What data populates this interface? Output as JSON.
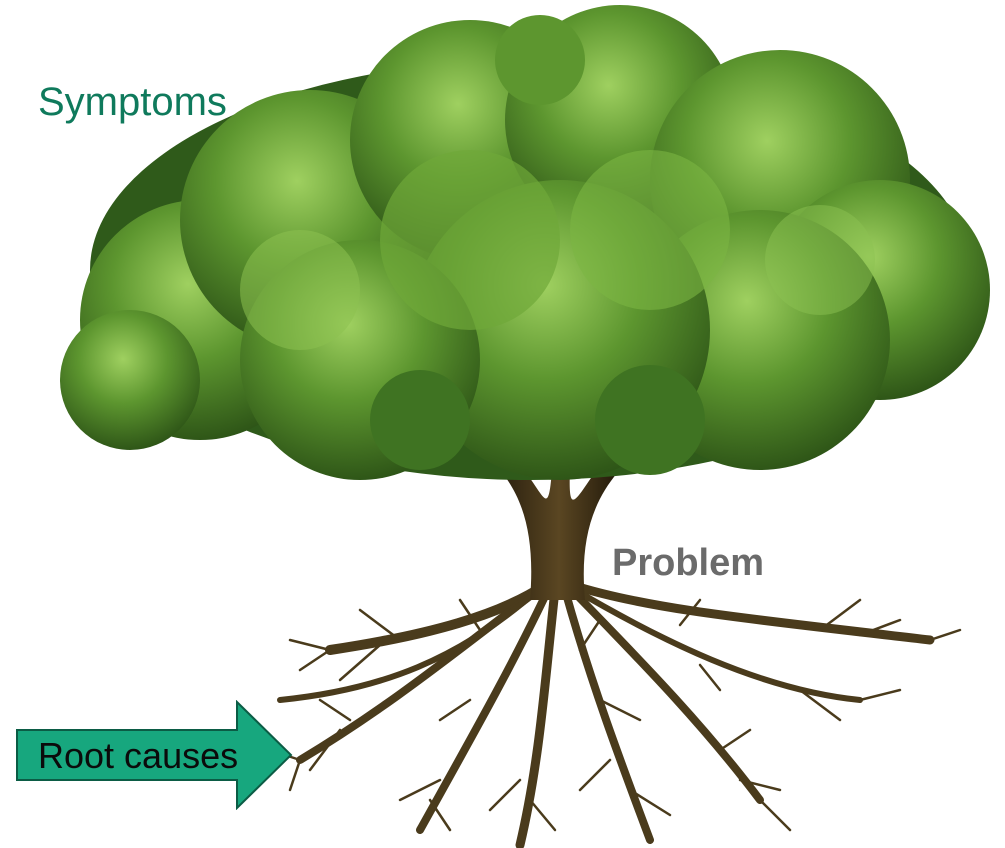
{
  "labels": {
    "symptoms": "Symptoms",
    "problem": "Problem",
    "root_causes": "Root causes"
  },
  "colors": {
    "symptoms_text": "#0f7a5c",
    "problem_text": "#6b6b6b",
    "arrow_fill": "#17a77e",
    "arrow_stroke": "#0b5c45",
    "foliage_dark": "#2f5a1a",
    "foliage_mid": "#4f8a2a",
    "foliage_light": "#8cc151",
    "trunk": "#3a2e17",
    "roots": "#4a3b1c"
  },
  "icons": {
    "tree": "tree-icon",
    "arrow": "arrow-right-icon"
  }
}
